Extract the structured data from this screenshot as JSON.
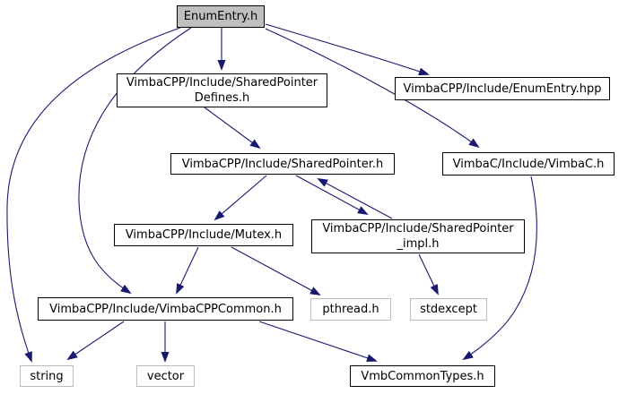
{
  "diagram": {
    "type": "include-dependency-graph",
    "root": "EnumEntry.h",
    "edge_color": "#191970",
    "root_fill": "#bfbfbf",
    "internal_border": "#000000",
    "external_border": "#bcbcbc"
  },
  "nodes": [
    {
      "id": "enumentry-h",
      "label": "EnumEntry.h",
      "kind": "root"
    },
    {
      "id": "sharedpointerdefines",
      "label": "VimbaCPP/Include/SharedPointer\nDefines.h",
      "kind": "internal"
    },
    {
      "id": "enumentry-hpp",
      "label": "VimbaCPP/Include/EnumEntry.hpp",
      "kind": "internal"
    },
    {
      "id": "vimbac",
      "label": "VimbaC/Include/VimbaC.h",
      "kind": "internal"
    },
    {
      "id": "sharedpointer",
      "label": "VimbaCPP/Include/SharedPointer.h",
      "kind": "internal"
    },
    {
      "id": "mutex",
      "label": "VimbaCPP/Include/Mutex.h",
      "kind": "internal"
    },
    {
      "id": "sharedpointer-impl",
      "label": "VimbaCPP/Include/SharedPointer\n_impl.h",
      "kind": "internal"
    },
    {
      "id": "vimbacppcommon",
      "label": "VimbaCPP/Include/VimbaCPPCommon.h",
      "kind": "internal"
    },
    {
      "id": "pthread",
      "label": "pthread.h",
      "kind": "external"
    },
    {
      "id": "stdexcept",
      "label": "stdexcept",
      "kind": "external"
    },
    {
      "id": "string",
      "label": "string",
      "kind": "external"
    },
    {
      "id": "vector",
      "label": "vector",
      "kind": "external"
    },
    {
      "id": "vmbcommontypes",
      "label": "VmbCommonTypes.h",
      "kind": "internal"
    }
  ],
  "edges": [
    {
      "from": "EnumEntry.h",
      "to": "VimbaCPP/Include/SharedPointerDefines.h"
    },
    {
      "from": "EnumEntry.h",
      "to": "VimbaCPP/Include/EnumEntry.hpp"
    },
    {
      "from": "EnumEntry.h",
      "to": "VimbaC/Include/VimbaC.h"
    },
    {
      "from": "EnumEntry.h",
      "to": "string"
    },
    {
      "from": "EnumEntry.h",
      "to": "VimbaCPP/Include/VimbaCPPCommon.h"
    },
    {
      "from": "VimbaCPP/Include/SharedPointerDefines.h",
      "to": "VimbaCPP/Include/SharedPointer.h"
    },
    {
      "from": "VimbaCPP/Include/SharedPointer.h",
      "to": "VimbaCPP/Include/Mutex.h"
    },
    {
      "from": "VimbaCPP/Include/SharedPointer.h",
      "to": "VimbaCPP/Include/SharedPointer_impl.h"
    },
    {
      "from": "VimbaCPP/Include/SharedPointer_impl.h",
      "to": "VimbaCPP/Include/SharedPointer.h"
    },
    {
      "from": "VimbaCPP/Include/SharedPointer_impl.h",
      "to": "stdexcept"
    },
    {
      "from": "VimbaCPP/Include/Mutex.h",
      "to": "VimbaCPP/Include/VimbaCPPCommon.h"
    },
    {
      "from": "VimbaCPP/Include/Mutex.h",
      "to": "pthread.h"
    },
    {
      "from": "VimbaC/Include/VimbaC.h",
      "to": "VmbCommonTypes.h"
    },
    {
      "from": "VimbaCPP/Include/VimbaCPPCommon.h",
      "to": "string"
    },
    {
      "from": "VimbaCPP/Include/VimbaCPPCommon.h",
      "to": "vector"
    },
    {
      "from": "VimbaCPP/Include/VimbaCPPCommon.h",
      "to": "VmbCommonTypes.h"
    }
  ]
}
